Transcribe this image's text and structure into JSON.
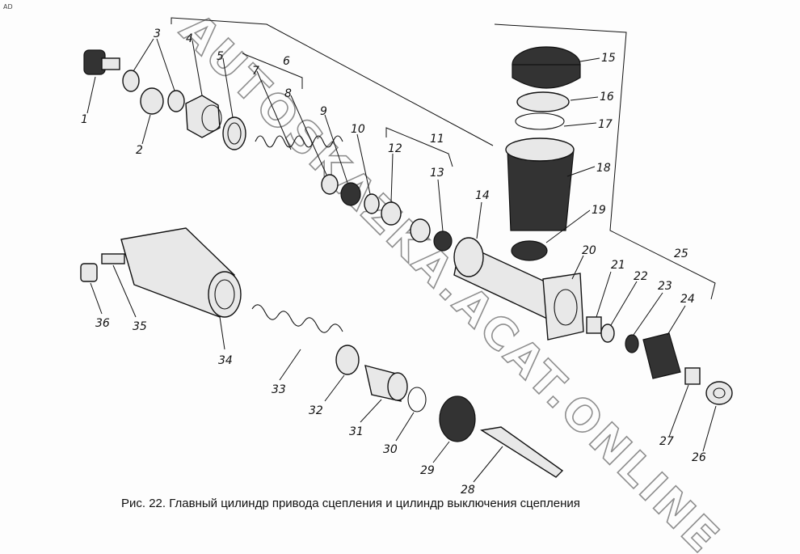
{
  "corner_mark": "AD",
  "caption": "Рис. 22. Главный цилиндр привода сцепления и цилиндр выключения сцепления",
  "watermark": "AUTOSKAZKA.ACAT.ONLINE",
  "labels": {
    "n1": "1",
    "n2": "2",
    "n3": "3",
    "n4": "4",
    "n5": "5",
    "n6": "6",
    "n7": "7",
    "n8": "8",
    "n9": "9",
    "n10": "10",
    "n11": "11",
    "n12": "12",
    "n13": "13",
    "n14": "14",
    "n15": "15",
    "n16": "16",
    "n17": "17",
    "n18": "18",
    "n19": "19",
    "n20": "20",
    "n21": "21",
    "n22": "22",
    "n23": "23",
    "n24": "24",
    "n25": "25",
    "n26": "26",
    "n27": "27",
    "n28": "28",
    "n29": "29",
    "n30": "30",
    "n31": "31",
    "n32": "32",
    "n33": "33",
    "n34": "34",
    "n35": "35",
    "n36": "36"
  }
}
